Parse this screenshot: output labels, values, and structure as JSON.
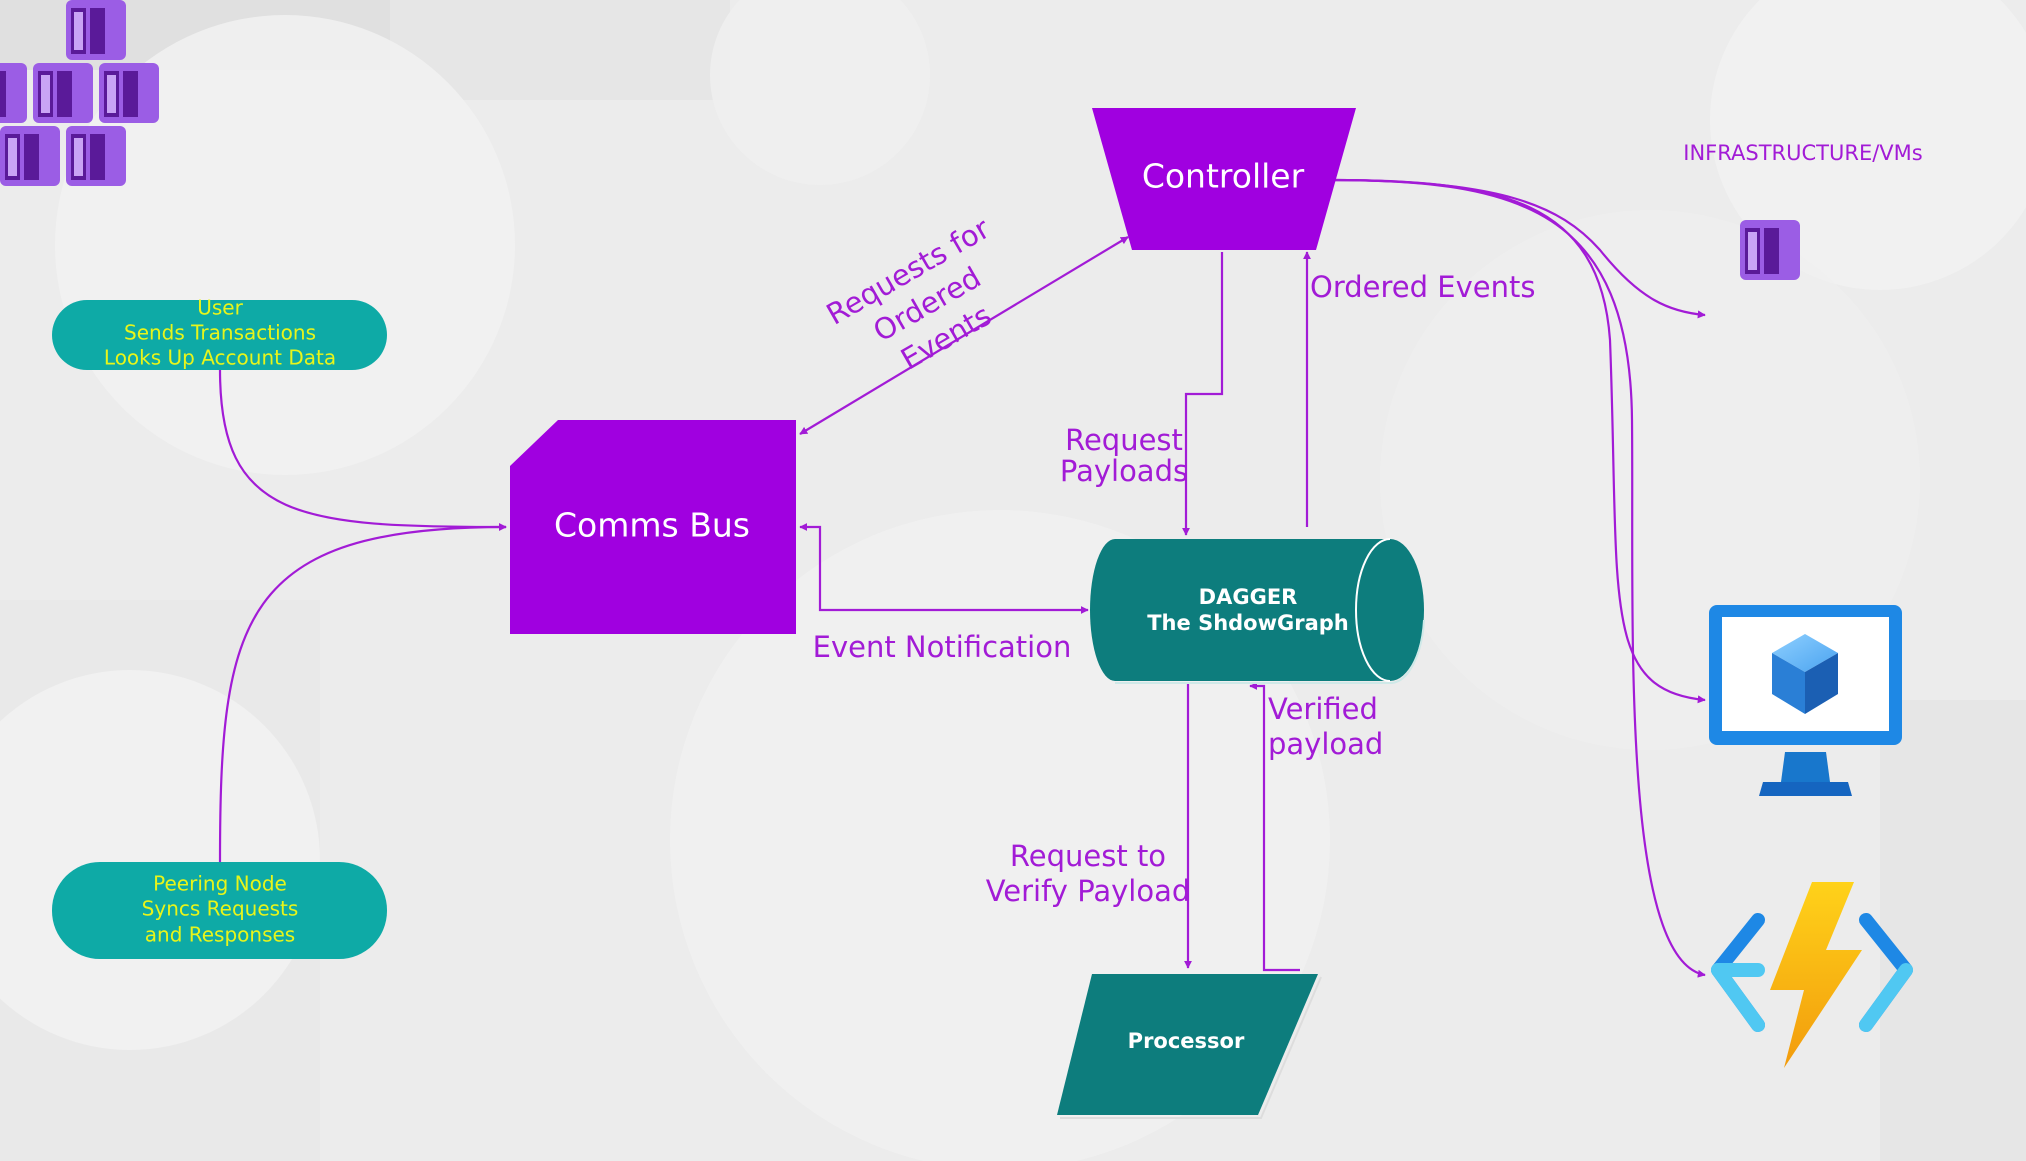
{
  "nodes": {
    "controller": {
      "label": "Controller"
    },
    "comms_bus": {
      "label": "Comms Bus"
    },
    "dagger": {
      "line1": "DAGGER",
      "line2": "The ShdowGraph"
    },
    "processor": {
      "label": "Processor"
    },
    "user": {
      "lines": [
        "User",
        "Sends Transactions",
        "Looks Up Account Data"
      ]
    },
    "peering_node": {
      "lines": [
        "Peering Node",
        "Syncs Requests",
        "and Responses"
      ]
    }
  },
  "edge_labels": {
    "requests_for_ordered_events": [
      "Requests for",
      "Ordered",
      "Events"
    ],
    "ordered_events": "Ordered Events",
    "request_payloads": [
      "Request",
      "Payloads"
    ],
    "event_notification": "Event Notification",
    "verified_payload": [
      "Verified",
      "payload"
    ],
    "request_to_verify_payload": [
      "Request to",
      "Verify Payload"
    ]
  },
  "infrastructure": {
    "title": "INFRASTRUCTURE/VMs",
    "icons": [
      "kubernetes-cluster-icon",
      "virtual-machine-icon",
      "function-app-icon"
    ]
  },
  "colors": {
    "purple": "#a000e0",
    "teal": "#0d7d7d",
    "teal_pill": "#0eaaa6",
    "line": "#a21bd6",
    "pill_text": "#e8f51a",
    "background": "#ececec"
  }
}
